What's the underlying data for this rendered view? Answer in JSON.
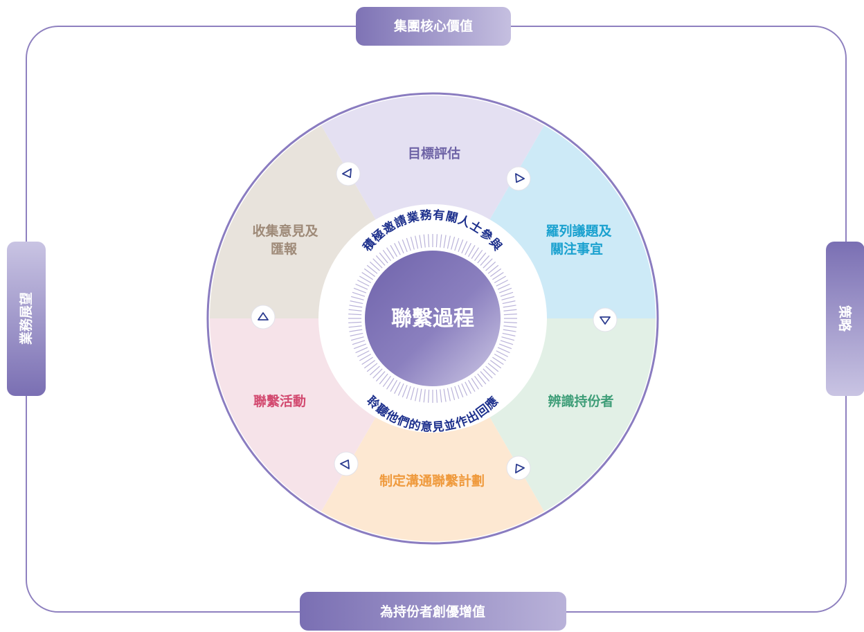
{
  "frame": {
    "top_label": "集團核心價值",
    "bottom_label": "為持份者創優增值",
    "left_label": "業務展望",
    "right_label": "策略"
  },
  "center": {
    "title": "聯繫過程",
    "top_arc_text": "積極邀請業務有關人士參與",
    "bottom_arc_text": "聆聽他們的意見並作出回應"
  },
  "stages": [
    {
      "id": "goal",
      "lines": [
        "目標評估"
      ],
      "color": "#6e63a6"
    },
    {
      "id": "issues",
      "lines": [
        "羅列議題及",
        "關注事宜"
      ],
      "color": "#1aa1cf"
    },
    {
      "id": "identify",
      "lines": [
        "辨識持份者"
      ],
      "color": "#3f9e78"
    },
    {
      "id": "plan",
      "lines": [
        "制定溝通聯繫計劃"
      ],
      "color": "#ef9a3d"
    },
    {
      "id": "activity",
      "lines": [
        "聯繫活動"
      ],
      "color": "#d2496f"
    },
    {
      "id": "collect",
      "lines": [
        "收集意見及",
        "匯報"
      ],
      "color": "#9e8a78"
    }
  ],
  "colors": {
    "frame_line": "#8e80bf",
    "label_bg": "#8378b8",
    "arc_text": "#1c2f8c",
    "arrow": "#2b3b8f"
  }
}
